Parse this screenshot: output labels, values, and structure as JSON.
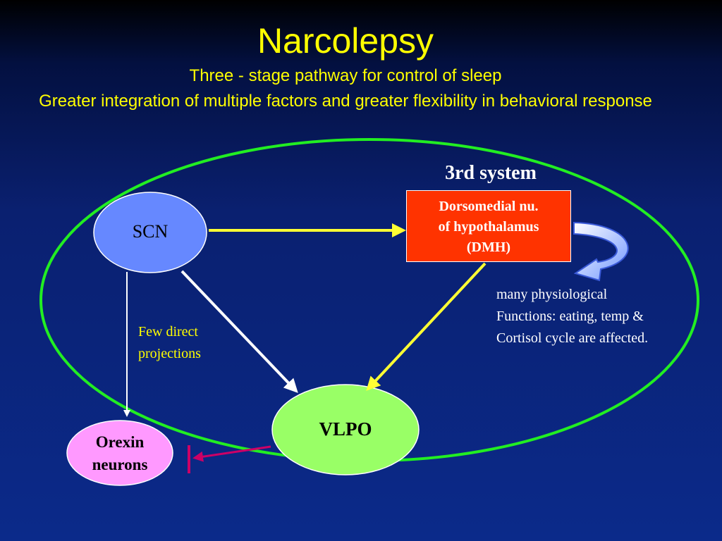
{
  "title": "Narcolepsy",
  "subtitle": "Three - stage pathway for control of sleep",
  "subtitle2": "Greater integration of multiple factors and greater flexibility in behavioral response",
  "colors": {
    "title": "#ffff00",
    "ellipse": "#22ee22",
    "scn": "#6688ff",
    "dmh": "#ff3300",
    "vlpo": "#99ff66",
    "orexin": "#ff99ff",
    "yellow_arrow": "#ffff33",
    "white_arrow": "#ffffff",
    "inhibit": "#cc0066"
  },
  "system_label": "3rd system",
  "nodes": {
    "scn": "SCN",
    "dmh": [
      "Dorsomedial nu.",
      "of hypothalamus",
      "(DMH)"
    ],
    "vlpo": "VLPO",
    "orexin": [
      "Orexin",
      "neurons"
    ]
  },
  "notes": {
    "few_direct": [
      "Few direct",
      "projections"
    ],
    "physiological": [
      "many physiological",
      "Functions: eating, temp &",
      "Cortisol cycle are affected."
    ]
  }
}
